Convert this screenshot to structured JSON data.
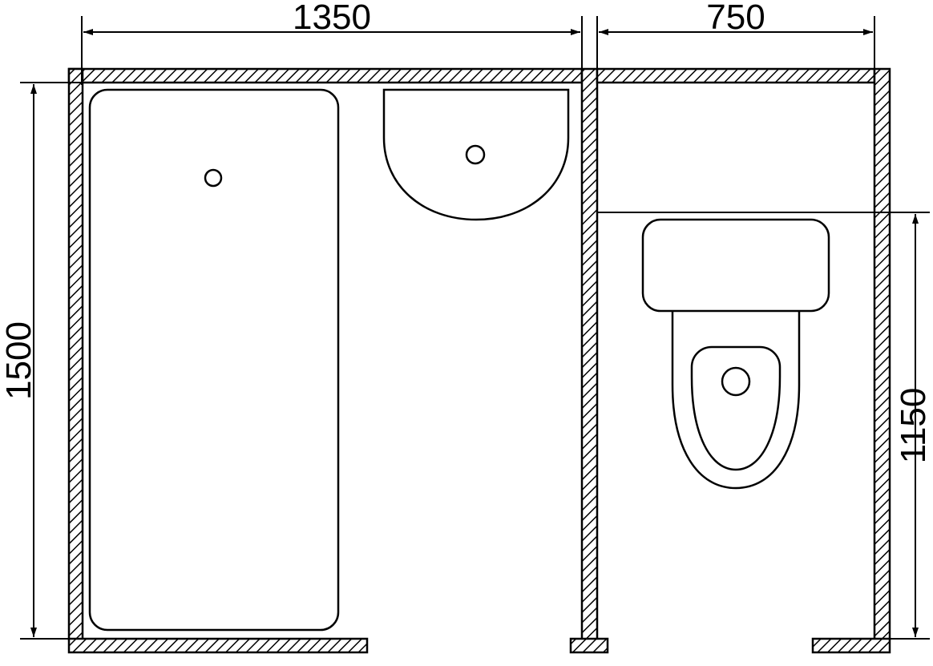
{
  "dimensions": {
    "width_left": "1350",
    "width_right": "750",
    "height_total": "1500",
    "height_toilet": "1150"
  },
  "colors": {
    "line": "#000000",
    "background": "#ffffff"
  }
}
